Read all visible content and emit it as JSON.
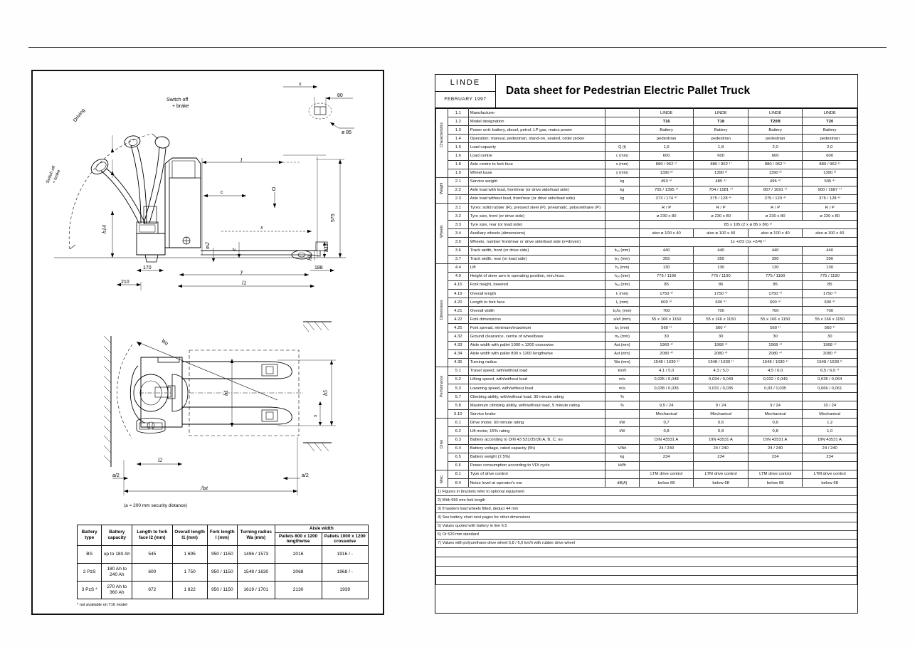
{
  "document": {
    "title": "Data sheet for Pedestrian Electric Pallet Truck",
    "brand": "LINDE",
    "date": "FEBRUARY 1997"
  },
  "spec_table": {
    "groups": [
      "Characteristics",
      "Weight",
      "Wheels",
      "Dimensions",
      "Performance",
      "Drive",
      "Misc."
    ],
    "rows": [
      {
        "group": "Characteristics",
        "no": "1.1",
        "label": "Manufacturer",
        "unit": "",
        "v": [
          "LINDE",
          "LINDE",
          "LINDE",
          "LINDE"
        ],
        "bold": false
      },
      {
        "group": "",
        "no": "1.2",
        "label": "Model designation",
        "unit": "",
        "v": [
          "T16",
          "T18",
          "T20B",
          "T20"
        ],
        "bold": true
      },
      {
        "group": "",
        "no": "1.3",
        "label": "Power unit: battery, diesel, petrol, LP gas, mains power",
        "unit": "",
        "v": [
          "Battery",
          "Battery",
          "Battery",
          "Battery"
        ],
        "bold": false
      },
      {
        "group": "",
        "no": "1.4",
        "label": "Operation: manual, pedestrian, stand-on, seated, order picker",
        "unit": "",
        "v": [
          "pedestrian",
          "pedestrian",
          "pedestrian",
          "pedestrian"
        ],
        "bold": false
      },
      {
        "group": "",
        "no": "1.5",
        "label": "Load capacity",
        "unit": "Q (t)",
        "v": [
          "1,6",
          "1,8",
          "2,0",
          "2,0"
        ],
        "bold": false
      },
      {
        "group": "",
        "no": "1.6",
        "label": "Load centre",
        "unit": "c (mm)",
        "v": [
          "600",
          "600",
          "600",
          "600"
        ],
        "bold": false
      },
      {
        "group": "",
        "no": "1.8",
        "label": "Axle centre to fork face",
        "unit": "x (mm)",
        "v": [
          "880 / 962 ¹⁾",
          "880 / 962 ¹⁾",
          "880 / 962 ¹⁾",
          "880 / 962 ¹⁾"
        ],
        "bold": false
      },
      {
        "group": "",
        "no": "1.9",
        "label": "Wheel base",
        "unit": "y (mm)",
        "v": [
          "1390 ²⁾",
          "1390 ²⁾",
          "1390 ²⁾",
          "1390 ²⁾"
        ],
        "bold": false
      },
      {
        "group": "Weight",
        "no": "2.1",
        "label": "Service weight",
        "unit": "kg",
        "v": [
          "493 ⁴⁾",
          "485 ⁴⁾",
          "495 ⁴⁾",
          "505 ⁴⁾"
        ],
        "bold": false
      },
      {
        "group": "",
        "no": "2.2",
        "label": "Axle load with load, front/rear (or drive side/load side)",
        "unit": "kg",
        "v": [
          "705 / 1395 ⁴⁾",
          "704 / 1581 ⁴⁾",
          "807 / 1691 ⁴⁾",
          "900 / 1687 ⁴⁾"
        ],
        "bold": false
      },
      {
        "group": "",
        "no": "2.3",
        "label": "Axle load without load, front/rear (or drive side/load side)",
        "unit": "kg",
        "v": [
          "373 / 174 ⁴⁾",
          "375 / 128 ⁴⁾",
          "375 / 120 ⁴⁾",
          "375 / 128 ⁴⁾"
        ],
        "bold": false
      },
      {
        "group": "Wheels",
        "no": "3.1",
        "label": "Tyres: solid rubber (R), pressed steel (P), pneumatic, polyurethane (P)",
        "unit": "",
        "v": [
          "R / P",
          "R / P",
          "R / P",
          "R / P"
        ],
        "bold": false
      },
      {
        "group": "",
        "no": "3.2",
        "label": "Tyre size, front (or drive side)",
        "unit": "",
        "v": [
          "ø 230 x 80",
          "ø 230 x 80",
          "ø 230 x 80",
          "ø 230 x 80"
        ],
        "bold": false
      },
      {
        "group": "",
        "no": "3.3",
        "label": "Tyre size, rear (or load side)",
        "unit": "",
        "v": [
          "85 x 105 (2 x ø 85 x 80) ¹⁾",
          "85 x 105 (2 x ø 85 x 80) ¹⁾",
          "85 x 105 (2 x ø 85 x 80) ¹⁾",
          "85 x 105 (2 x ø 85 x 80) ¹⁾"
        ],
        "bold": false
      },
      {
        "group": "",
        "no": "3.4",
        "label": "Auxiliary wheels (dimensions)",
        "unit": "",
        "v": [
          "also ø 100 x 40",
          "also ø 100 x 40",
          "also ø 100 x 40",
          "also ø 100 x 40"
        ],
        "bold": false
      },
      {
        "group": "",
        "no": "3.5",
        "label": "Wheels, number front/rear or drive side/load side (x=driven)",
        "unit": "",
        "v": [
          "1x +2/2 (1x +2/4) ¹⁾",
          "1x +2/2 (1x +2/4) ¹⁾",
          "1x +2/2 (1x +2/4) ¹⁾",
          "1x +2/2 (1x +2/4) ¹⁾"
        ],
        "bold": false
      },
      {
        "group": "",
        "no": "3.6",
        "label": "Track width, front (or drive side)",
        "unit": "b₁₀ (mm)",
        "v": [
          "440",
          "440",
          "440",
          "440"
        ],
        "bold": false
      },
      {
        "group": "",
        "no": "3.7",
        "label": "Track width, rear (or load side)",
        "unit": "b₁₁ (mm)",
        "v": [
          "355",
          "355",
          "390",
          "390"
        ],
        "bold": false
      },
      {
        "group": "Dimensions",
        "no": "4.4",
        "label": "Lift",
        "unit": "h₃ (mm)",
        "v": [
          "130",
          "130",
          "130",
          "130"
        ],
        "bold": false
      },
      {
        "group": "",
        "no": "4.9",
        "label": "Height of steer arm in operating position, min./max.",
        "unit": "h₁₄ (mm)",
        "v": [
          "775 / 1190",
          "775 / 1190",
          "775 / 1190",
          "775 / 1190"
        ],
        "bold": false
      },
      {
        "group": "",
        "no": "4.15",
        "label": "Fork height, lowered",
        "unit": "h₁₃ (mm)",
        "v": [
          "85",
          "85",
          "85",
          "85"
        ],
        "bold": false
      },
      {
        "group": "",
        "no": "4.19",
        "label": "Overall length",
        "unit": "l₁ (mm)",
        "v": [
          "1750 ⁴⁾",
          "1750 ⁴⁾",
          "1750 ⁴⁾",
          "1750 ⁴⁾"
        ],
        "bold": false
      },
      {
        "group": "",
        "no": "4.20",
        "label": "Length to fork face",
        "unit": "l₂ (mm)",
        "v": [
          "600 ⁴⁾",
          "600 ⁴⁾",
          "600 ⁴⁾",
          "600 ⁴⁾"
        ],
        "bold": false
      },
      {
        "group": "",
        "no": "4.21",
        "label": "Overall width",
        "unit": "b₁/b₂ (mm)",
        "v": [
          "700",
          "700",
          "700",
          "700"
        ],
        "bold": false
      },
      {
        "group": "",
        "no": "4.22",
        "label": "Fork dimensions",
        "unit": "s/e/l (mm)",
        "v": [
          "55 x 166 x 1150",
          "55 x 166 x 1150",
          "55 x 166 x 1150",
          "55 x 166 x 1150"
        ],
        "bold": false
      },
      {
        "group": "",
        "no": "4.25",
        "label": "Fork spread, minimum/maximum",
        "unit": "b₅ (mm)",
        "v": [
          "560 ¹⁾",
          "560 ¹⁾",
          "560 ¹⁾",
          "560 ¹⁾"
        ],
        "bold": false
      },
      {
        "group": "",
        "no": "4.32",
        "label": "Ground clearance, centre of wheelbase",
        "unit": "m₂ (mm)",
        "v": [
          "30",
          "30",
          "30",
          "30"
        ],
        "bold": false
      },
      {
        "group": "",
        "no": "4.33",
        "label": "Aisle width with pallet 1000 x 1200 crosswise",
        "unit": "Ast (mm)",
        "v": [
          "1960 ⁴⁾",
          "1968 ⁴⁾",
          "1968 ⁴⁾",
          "1968 ⁴⁾"
        ],
        "bold": false
      },
      {
        "group": "",
        "no": "4.34",
        "label": "Aisle width with pallet 800 x 1200 lengthwise",
        "unit": "Ast (mm)",
        "v": [
          "2080 ⁴⁾",
          "2080 ⁴⁾",
          "2080 ⁴⁾",
          "2080 ⁴⁾"
        ],
        "bold": false
      },
      {
        "group": "",
        "no": "4.35",
        "label": "Turning radius",
        "unit": "Wa (mm)",
        "v": [
          "1548 / 1630 ¹⁾",
          "1548 / 1630 ¹⁾",
          "1548 / 1630 ¹⁾",
          "1548 / 1630 ¹⁾"
        ],
        "bold": false
      },
      {
        "group": "Performance",
        "no": "5.1",
        "label": "Travel speed, with/without load",
        "unit": "km/h",
        "v": [
          "4,1 / 5,0",
          "4,3 / 5,0",
          "4,5 / 6,0",
          "6,5 / 6,0 ⁷⁾"
        ],
        "bold": false
      },
      {
        "group": "",
        "no": "5.2",
        "label": "Lifting speed, with/without load",
        "unit": "m/s",
        "v": [
          "0,035 / 0,048",
          "0,034 / 0,049",
          "0,032 / 0,049",
          "0,035 / 0,064"
        ],
        "bold": false
      },
      {
        "group": "",
        "no": "5.3",
        "label": "Lowering speed, with/without load",
        "unit": "m/s",
        "v": [
          "0,038 / 0,035",
          "0,031 / 0,035",
          "0,03 / 0,035",
          "0,066 / 0,061"
        ],
        "bold": false
      },
      {
        "group": "",
        "no": "5.7",
        "label": "Climbing ability, with/without load, 30 minute rating",
        "unit": "%",
        "v": [
          "",
          "",
          "",
          ""
        ],
        "bold": false
      },
      {
        "group": "",
        "no": "5.8",
        "label": "Maximum climbing ability, with/without load, 5 minute rating",
        "unit": "%",
        "v": [
          "9,5 / 24",
          "9 / 24",
          "9 / 24",
          "10 / 24"
        ],
        "bold": false
      },
      {
        "group": "",
        "no": "5.10",
        "label": "Service brake",
        "unit": "",
        "v": [
          "Mechanical",
          "Mechanical",
          "Mechanical",
          "Mechanical"
        ],
        "bold": false
      },
      {
        "group": "Drive",
        "no": "6.1",
        "label": "Drive motor, 60 minute rating",
        "unit": "kW",
        "v": [
          "0,7",
          "0,6",
          "0,6",
          "1,2"
        ],
        "bold": false
      },
      {
        "group": "",
        "no": "6.2",
        "label": "Lift motor, 15% rating",
        "unit": "kW",
        "v": [
          "0,8",
          "0,8",
          "0,8",
          "1,0"
        ],
        "bold": false
      },
      {
        "group": "",
        "no": "6.3",
        "label": "Battery according to DIN 43 531/35/36 A, B, C, no",
        "unit": "",
        "v": [
          "DIN 43531 A",
          "DIN 43531 A",
          "DIN 43531 A",
          "DIN 43531 A"
        ],
        "bold": false
      },
      {
        "group": "",
        "no": "6.4",
        "label": "Battery voltage, rated capacity (5h)",
        "unit": "V/Ah",
        "v": [
          "24 / 240",
          "24 / 240",
          "24 / 240",
          "24 / 240"
        ],
        "bold": false
      },
      {
        "group": "",
        "no": "6.5",
        "label": "Battery weight (± 5%)",
        "unit": "kg",
        "v": [
          "234",
          "234",
          "234",
          "234"
        ],
        "bold": false
      },
      {
        "group": "",
        "no": "6.6",
        "label": "Power consumption according to VDI cycle",
        "unit": "kWh",
        "v": [
          "",
          "",
          "",
          ""
        ],
        "bold": false
      },
      {
        "group": "Misc.",
        "no": "8.1",
        "label": "Type of drive control",
        "unit": "",
        "v": [
          "LTM drive control",
          "LTM drive control",
          "LTM drive control",
          "LTM drive control"
        ],
        "bold": false
      },
      {
        "group": "",
        "no": "8.4",
        "label": "Noise level at operator's ear",
        "unit": "dB(A)",
        "v": [
          "below 68",
          "below 68",
          "below 68",
          "below 68"
        ],
        "bold": false
      }
    ],
    "footnotes": [
      "1)  Figures in brackets refer to optional equipment",
      "2)  With 950 mm fork length",
      "3)  If tandem load wheels fitted, deduct  44 mm",
      "4)  See battery chart next pages for other dimensions",
      "5)  Values quoted with battery in line 6.5",
      "6)  Or 520 mm standard",
      "7)  Values with polyurethane drive wheel  5,8 / 6,0  km/h with rubber drive wheel"
    ]
  },
  "battery_table": {
    "headers": {
      "type": "Battery type",
      "capacity": "Battery capacity",
      "length_fork_face": "Length to fork face l2 (mm)",
      "overall_length": "Overall length l1 (mm)",
      "fork_length": "Fork length l (mm)",
      "turning_radius": "Turning radius Wa (mm)",
      "aisle_width": "Aisle width",
      "pallets_800": "Pallets 800 x 1200 lengthwise",
      "pallets_1000": "Pallets 1000 x 1200 crosswise"
    },
    "rows": [
      {
        "type": "BS",
        "capacity": "up to 180 Ah",
        "l2": "545",
        "l1": "1 695",
        "fork": "950 / 1150",
        "wa": "1496 / 1573",
        "ast800": "2016",
        "ast1000": "1916 / -"
      },
      {
        "type": "2 PzS",
        "capacity": "180 Ah to 240 Ah",
        "l2": "600",
        "l1": "1 750",
        "fork": "950 / 1150",
        "wa": "1548 / 1630",
        "ast800": "2068",
        "ast1000": "1968 / -"
      },
      {
        "type": "3 PzS *",
        "capacity": "270 Ah to 360 Ah",
        "l2": "672",
        "l1": "1 822",
        "fork": "950 / 1150",
        "wa": "1619 / 1701",
        "ast800": "2130",
        "ast1000": "1939"
      }
    ],
    "footnote": "* not available on T16 model"
  },
  "drawing": {
    "labels": {
      "switch_off_brake_top": "Switch off",
      "brake_top": "+ brake",
      "driving": "Driving",
      "switch_off_brake_bottom": "Switch off",
      "brake_bottom": "+ brake",
      "h14": "h14",
      "h13": "h13",
      "h3": "h3",
      "l": "l",
      "l1": "l1",
      "l2": "l2",
      "c": "c",
      "x": "x",
      "y": "y",
      "m2": "m2",
      "s": "s",
      "e": "e",
      "b1": "b1",
      "b5": "b5",
      "b10": "b10",
      "b11": "b11",
      "Wa": "Wa",
      "Ast": "Ast",
      "dim_170": "170",
      "dim_210": "210",
      "dim_188": "188",
      "dim_575": "575",
      "dim_80": "80",
      "dia_85": "ø 85",
      "a2_left": "a/2",
      "a2_right": "a/2",
      "security_note": "(a = 200 mm security distance)"
    }
  }
}
